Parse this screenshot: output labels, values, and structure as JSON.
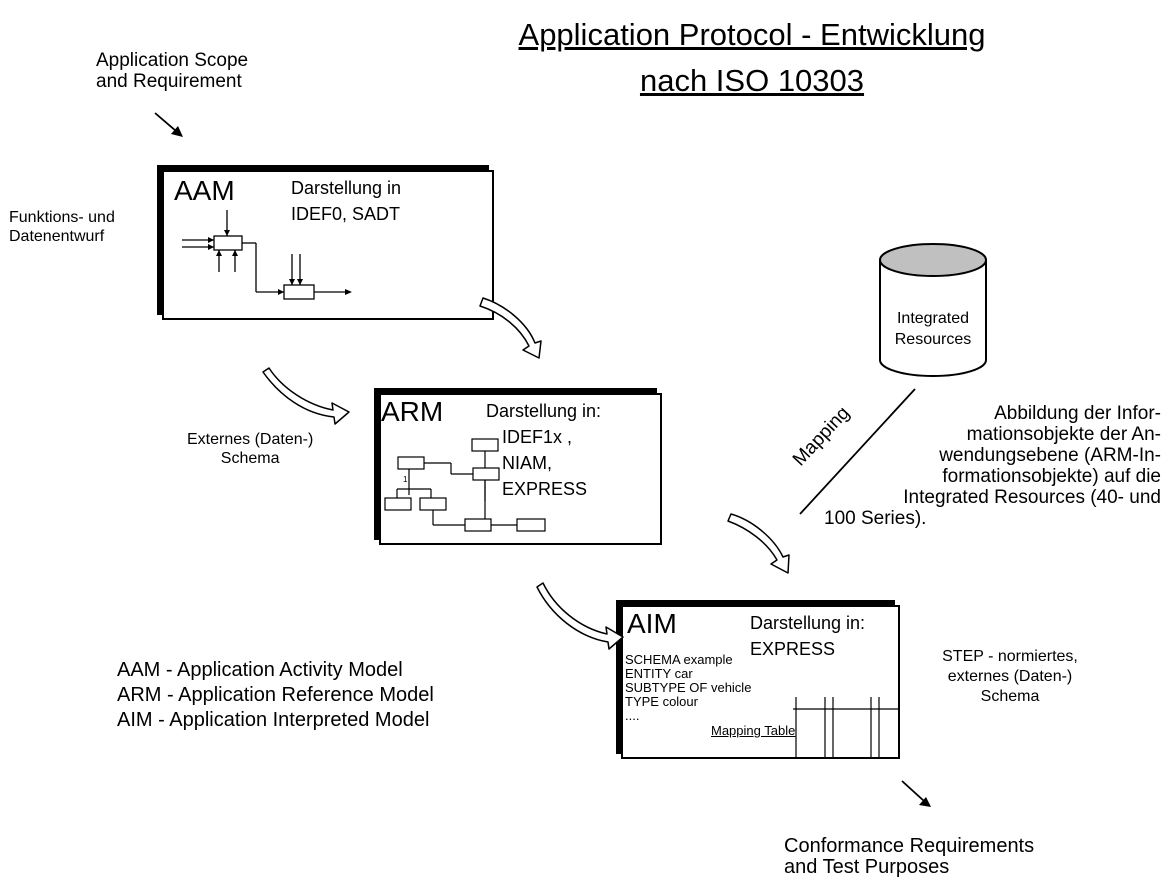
{
  "title": {
    "line1": "Application Protocol - Entwicklung",
    "line2": "nach ISO 10303"
  },
  "labels": {
    "scope": [
      "Application Scope",
      "and Requirement"
    ],
    "funktion": [
      "Funktions- und",
      "Datenentwurf"
    ],
    "externes": [
      "Externes (Daten-)",
      "Schema"
    ],
    "mapping": "Mapping",
    "integrated": [
      "Integrated",
      "Resources"
    ],
    "abbildung": [
      "Abbildung der Infor-",
      "mationsobjekte der An-",
      "wendungsebene (ARM-In-",
      "formationsobjekte) auf die",
      "Integrated Resources (40- und",
      "100 Series)."
    ],
    "step": [
      "STEP - normiertes,",
      "externes (Daten-)",
      "Schema"
    ],
    "conformance": [
      "Conformance Requirements",
      "and Test Purposes"
    ]
  },
  "boxes": {
    "aam": {
      "name": "AAM",
      "desc": [
        "Darstellung in",
        "IDEF0, SADT"
      ]
    },
    "arm": {
      "name": "ARM",
      "desc": [
        "Darstellung in:",
        "IDEF1x ,",
        "NIAM,",
        "EXPRESS"
      ],
      "node_label": "1"
    },
    "aim": {
      "name": "AIM",
      "desc": [
        "Darstellung in:",
        "EXPRESS"
      ],
      "code": [
        "SCHEMA example",
        "ENTITY car",
        "SUBTYPE OF vehicle",
        "TYPE colour",
        "...."
      ],
      "mapping_table": "Mapping Table"
    }
  },
  "legend": [
    "AAM - Application Activity Model",
    "ARM - Application Reference Model",
    "AIM   - Application Interpreted Model"
  ],
  "colors": {
    "cylinder_top": "#c0c0c0"
  }
}
